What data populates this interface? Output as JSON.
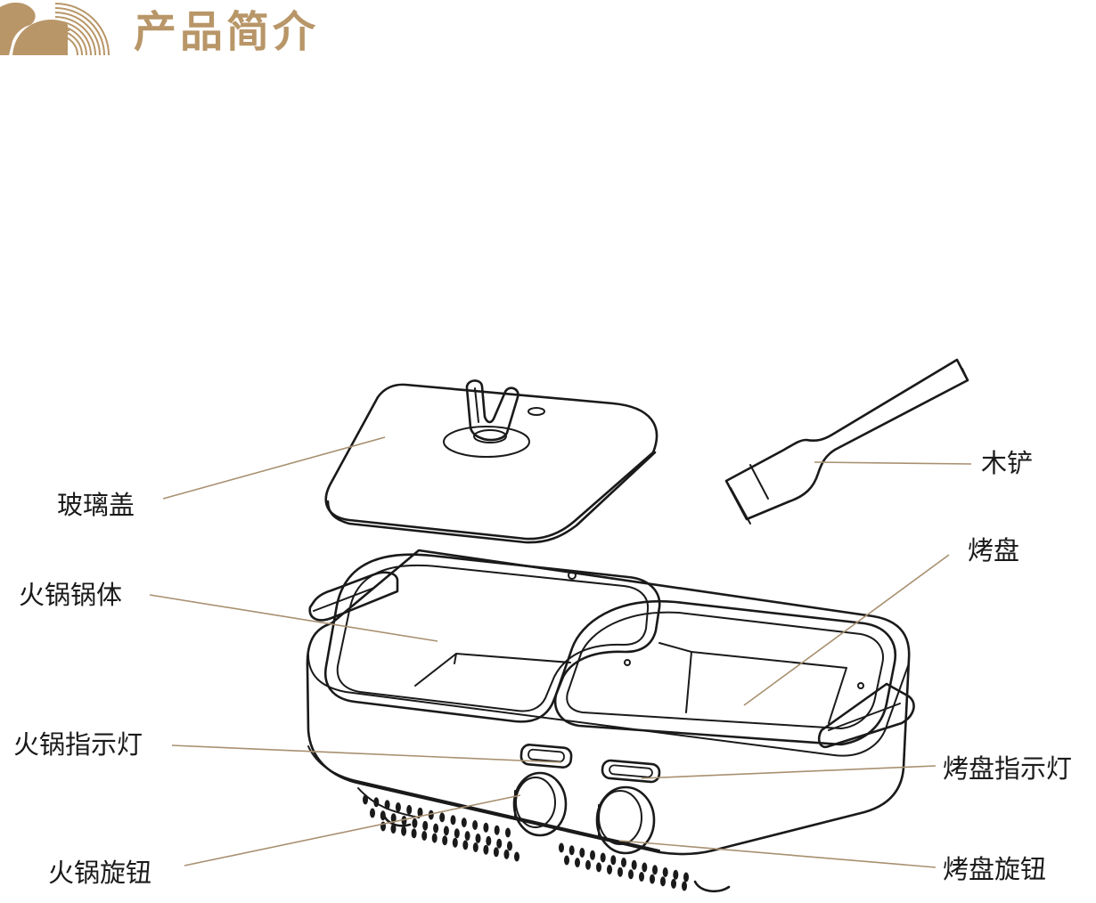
{
  "header": {
    "title": "产品简介",
    "brand_color": "#b89668"
  },
  "diagram": {
    "leader_color": "#a89070",
    "line_color": "#1a1a1a",
    "labels": [
      {
        "id": "glass-lid",
        "text": "玻璃盖"
      },
      {
        "id": "wooden-spatula",
        "text": "木铲"
      },
      {
        "id": "grill-pan",
        "text": "烤盘"
      },
      {
        "id": "hotpot-body",
        "text": "火锅锅体"
      },
      {
        "id": "hotpot-indicator",
        "text": "火锅指示灯"
      },
      {
        "id": "grill-indicator",
        "text": "烤盘指示灯"
      },
      {
        "id": "hotpot-knob",
        "text": "火锅旋钮"
      },
      {
        "id": "grill-knob",
        "text": "烤盘旋钮"
      }
    ]
  }
}
